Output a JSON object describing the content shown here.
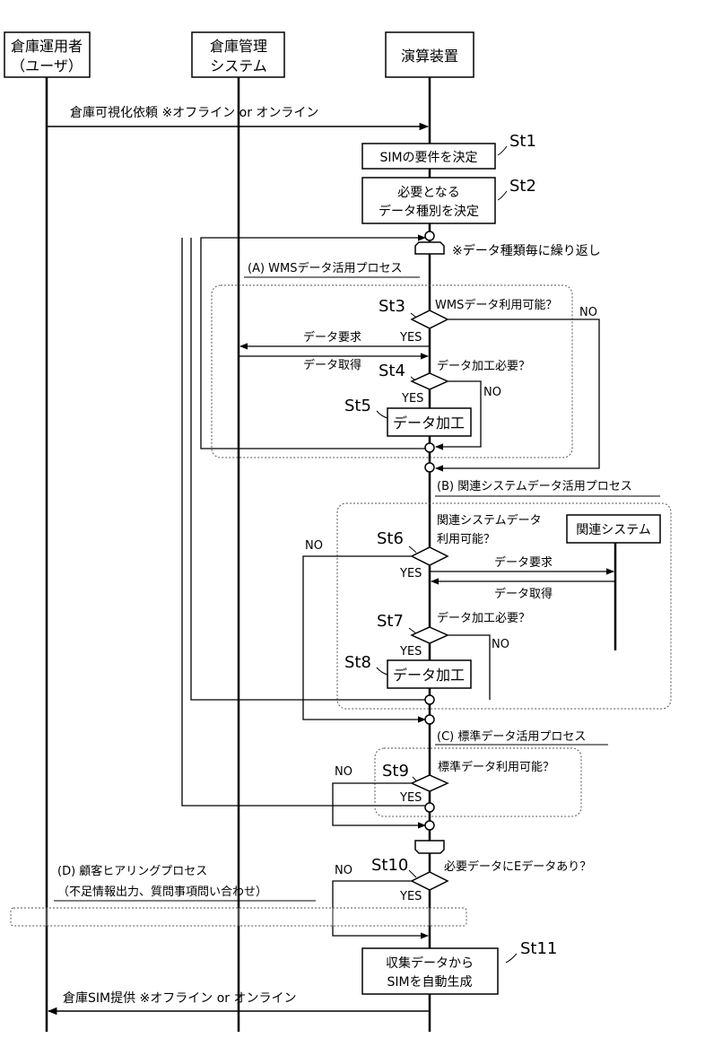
{
  "lanes": {
    "user": [
      "倉庫運用者",
      "（ユーザ）"
    ],
    "wms": [
      "倉庫管理",
      "システム"
    ],
    "calc": "演算装置"
  },
  "request_label": "倉庫可視化依頼 ※オフライン or オンライン",
  "delivery_label": "倉庫SIM提供 ※オフライン or オンライン",
  "steps": {
    "st1": "St1",
    "st2": "St2",
    "st3": "St3",
    "st4": "St4",
    "st5": "St5",
    "st6": "St6",
    "st7": "St7",
    "st8": "St8",
    "st9": "St9",
    "st10": "St10",
    "st11": "St11"
  },
  "boxes": {
    "st1": "SIMの要件を決定",
    "st2": [
      "必要となる",
      "データ種別を決定"
    ],
    "st5": "データ加工",
    "st8": "データ加工",
    "st11": [
      "収集データから",
      "SIMを自動生成"
    ],
    "related_system": "関連システム"
  },
  "loop_note": "※データ種類毎に繰り返し",
  "process_a": {
    "title": "(A) WMSデータ活用プロセス",
    "q_st3": "WMSデータ利用可能？",
    "req": "データ要求",
    "get": "データ取得",
    "q_st4": "データ加工必要？"
  },
  "process_b": {
    "title": "(B) 関連システムデータ活用プロセス",
    "q_st6": [
      "関連システムデータ",
      "利用可能？"
    ],
    "req": "データ要求",
    "get": "データ取得",
    "q_st7": "データ加工必要？"
  },
  "process_c": {
    "title": "(C) 標準データ活用プロセス",
    "q_st9": "標準データ利用可能？"
  },
  "q_st10": "必要データにEデータあり？",
  "process_d": {
    "title": "(D) 顧客ヒアリングプロセス",
    "sub": "（不足情報出力、質問事項問い合わせ）"
  },
  "yes": "YES",
  "no": "NO"
}
